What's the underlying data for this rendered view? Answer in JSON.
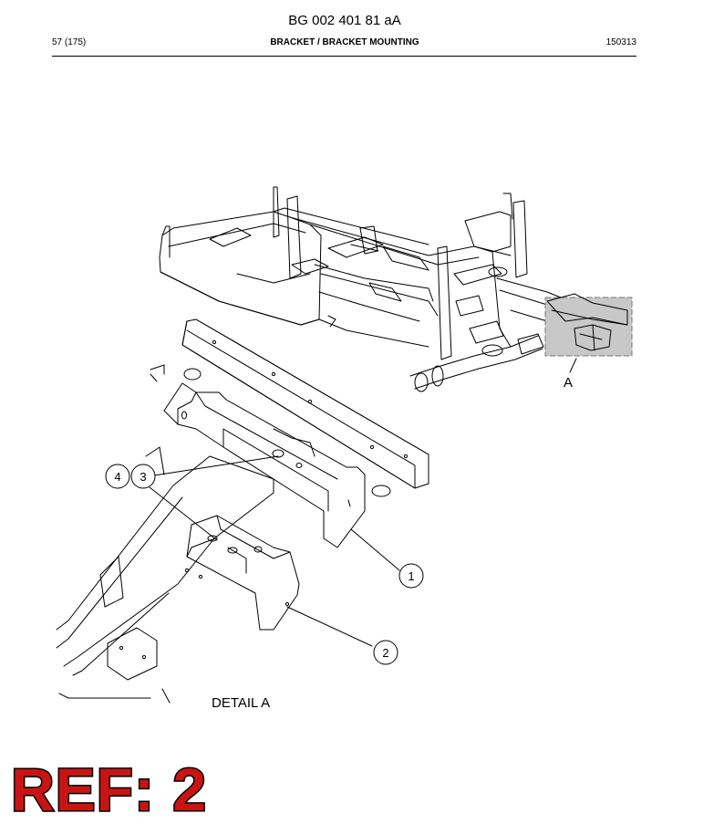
{
  "header": {
    "doc_code": "BG 002 401 81 aA",
    "page": "57 (175)",
    "title": "BRACKET / BRACKET MOUNTING",
    "date_code": "150313"
  },
  "drawing": {
    "detail_marker": "A",
    "detail_label": "DETAIL A",
    "callouts": [
      "1",
      "2",
      "3",
      "4"
    ],
    "highlight_color": "#c8c8c8"
  },
  "stamp": {
    "text": "REF: 2",
    "color": "#c91414"
  }
}
